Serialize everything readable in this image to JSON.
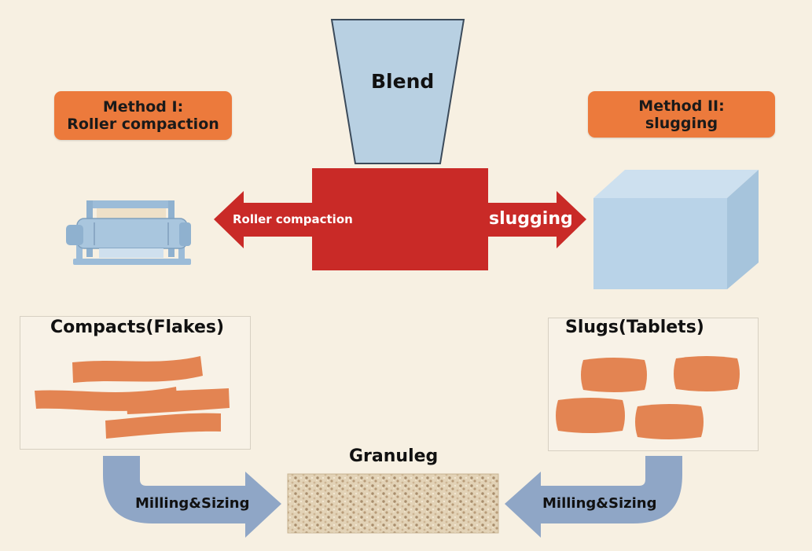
{
  "hopper_label": "Blend",
  "method_one": {
    "line1": "Method I:",
    "line2": "Roller compaction"
  },
  "method_two": {
    "line1": "Method II:",
    "line2": "slugging"
  },
  "arrow_left_label": "Roller compaction",
  "arrow_right_label": "slugging",
  "left_panel_title": "Compacts(Flakes)",
  "right_panel_title": "Slugs(Tablets)",
  "granules_label": "Granuleg",
  "left_milling_label": "Milling&Sizing",
  "right_milling_label": "Milling&Sizing",
  "colors": {
    "background": "#f7f0e2",
    "accent_orange": "#ec7a3c",
    "press_red": "#c92a27",
    "hopper_blue": "#b8d0e2",
    "flow_arrow_blue": "#8fa6c6",
    "flake_orange": "#dd6a2c"
  }
}
